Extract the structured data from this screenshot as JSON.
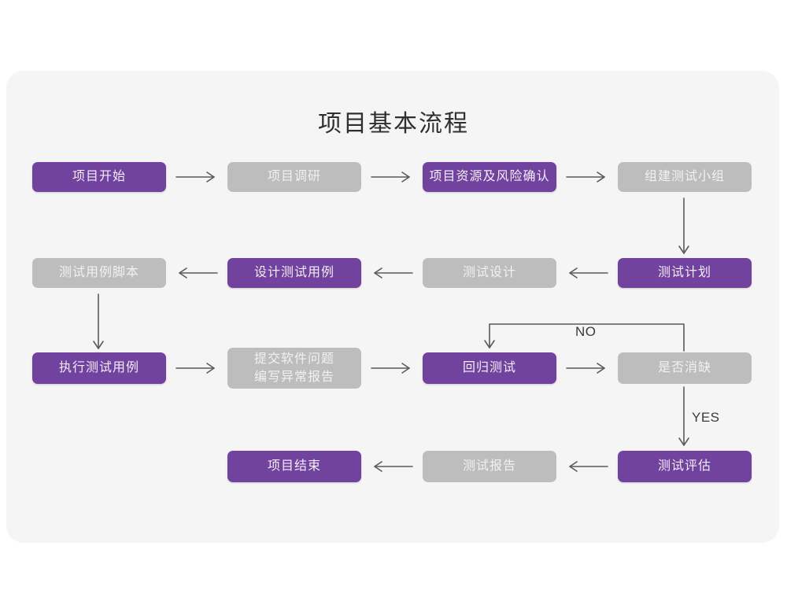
{
  "diagram": {
    "title": "项目基本流程",
    "colors": {
      "background": "#ffffff",
      "card": "#f5f5f5",
      "purple": "#71429e",
      "purple_text": "#f2eef7",
      "gray": "#bdbdbd",
      "gray_text": "#f1f1f1",
      "arrow": "#5a5a5a",
      "title_text": "#2f2f2f"
    },
    "nodes": [
      {
        "id": "n1",
        "label": "项目开始",
        "style": "purple",
        "row": 1
      },
      {
        "id": "n2",
        "label": "项目调研",
        "style": "gray",
        "row": 1
      },
      {
        "id": "n3",
        "label": "项目资源及风险确认",
        "style": "purple",
        "row": 1
      },
      {
        "id": "n4",
        "label": "组建测试小组",
        "style": "gray",
        "row": 1
      },
      {
        "id": "n5",
        "label": "测试用例脚本",
        "style": "gray",
        "row": 2
      },
      {
        "id": "n6",
        "label": "设计测试用例",
        "style": "purple",
        "row": 2
      },
      {
        "id": "n7",
        "label": "测试设计",
        "style": "gray",
        "row": 2
      },
      {
        "id": "n8",
        "label": "测试计划",
        "style": "purple",
        "row": 2
      },
      {
        "id": "n9",
        "label": "执行测试用例",
        "style": "purple",
        "row": 3
      },
      {
        "id": "n10",
        "label": "提交软件问题\n编写异常报告",
        "style": "gray",
        "row": 3
      },
      {
        "id": "n11",
        "label": "回归测试",
        "style": "purple",
        "row": 3
      },
      {
        "id": "n12",
        "label": "是否消缺",
        "style": "gray",
        "row": 3
      },
      {
        "id": "n13",
        "label": "项目结束",
        "style": "purple",
        "row": 4
      },
      {
        "id": "n14",
        "label": "测试报告",
        "style": "gray",
        "row": 4
      },
      {
        "id": "n15",
        "label": "测试评估",
        "style": "purple",
        "row": 4
      }
    ],
    "edge_labels": {
      "no": "NO",
      "yes": "YES"
    },
    "edges": [
      {
        "from": "n1",
        "to": "n2",
        "dir": "right"
      },
      {
        "from": "n2",
        "to": "n3",
        "dir": "right"
      },
      {
        "from": "n3",
        "to": "n4",
        "dir": "right"
      },
      {
        "from": "n4",
        "to": "n8",
        "dir": "down"
      },
      {
        "from": "n8",
        "to": "n7",
        "dir": "left"
      },
      {
        "from": "n7",
        "to": "n6",
        "dir": "left"
      },
      {
        "from": "n6",
        "to": "n5",
        "dir": "left"
      },
      {
        "from": "n5",
        "to": "n9",
        "dir": "down"
      },
      {
        "from": "n9",
        "to": "n10",
        "dir": "right"
      },
      {
        "from": "n10",
        "to": "n11",
        "dir": "right"
      },
      {
        "from": "n11",
        "to": "n12",
        "dir": "right"
      },
      {
        "from": "n12",
        "to": "n11",
        "dir": "loop-up-left",
        "label": "NO"
      },
      {
        "from": "n12",
        "to": "n15",
        "dir": "down",
        "label": "YES"
      },
      {
        "from": "n15",
        "to": "n14",
        "dir": "left"
      },
      {
        "from": "n14",
        "to": "n13",
        "dir": "left"
      }
    ]
  }
}
